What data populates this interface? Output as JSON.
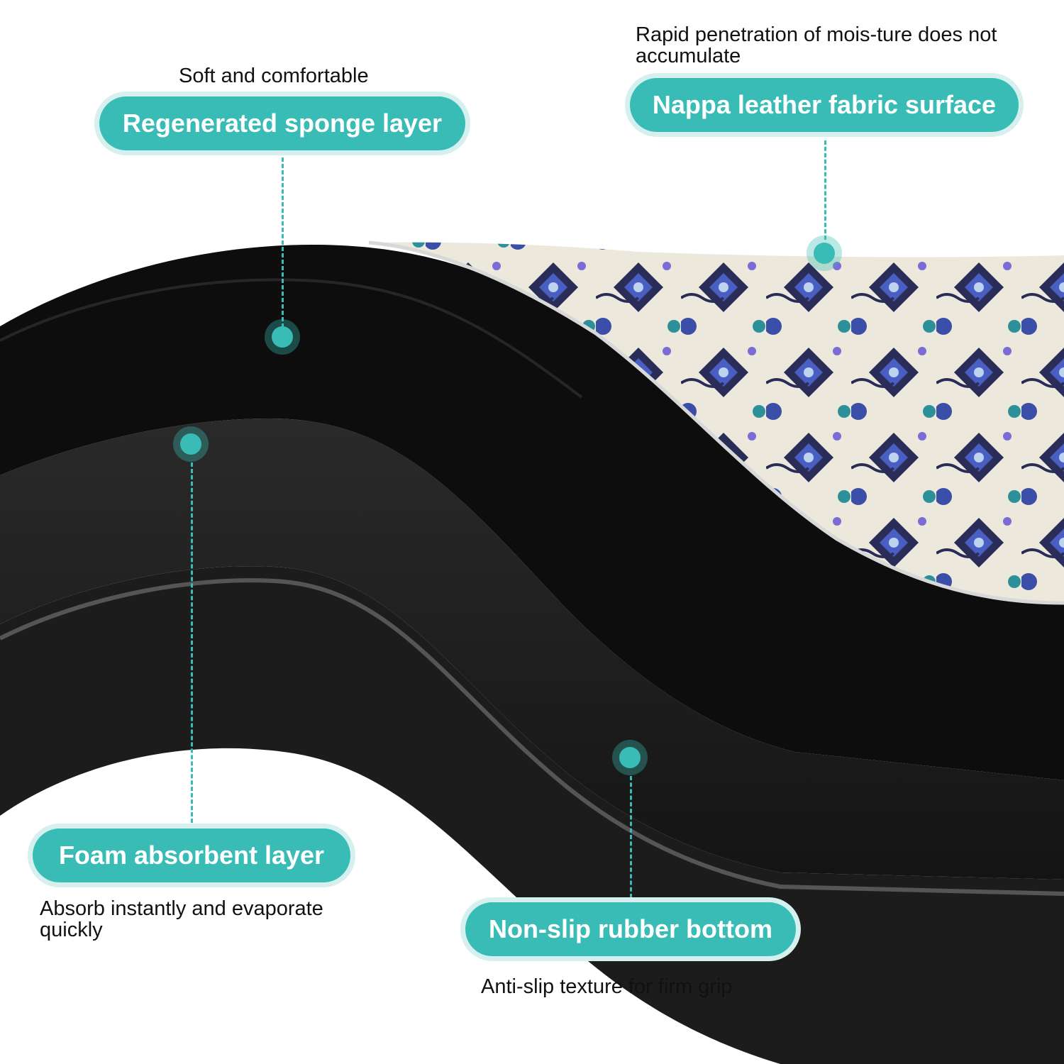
{
  "colors": {
    "accent": "#38bcb5",
    "accent_halo": "#d5f0ee",
    "mat_black": "#1a1a1a",
    "pattern_navy": "#2b2f5c",
    "pattern_cream": "#eeeadf"
  },
  "labels": {
    "sponge": {
      "title": "Regenerated sponge layer",
      "caption": "Soft and comfortable"
    },
    "nappa": {
      "title": "Nappa leather fabric surface",
      "caption": "Rapid penetration of mois-ture does not accumulate"
    },
    "foam": {
      "title": "Foam absorbent layer",
      "caption": "Absorb instantly and evaporate quickly"
    },
    "rubber": {
      "title": "Non-slip rubber bottom",
      "caption": "Anti-slip texture for firm grip"
    }
  }
}
